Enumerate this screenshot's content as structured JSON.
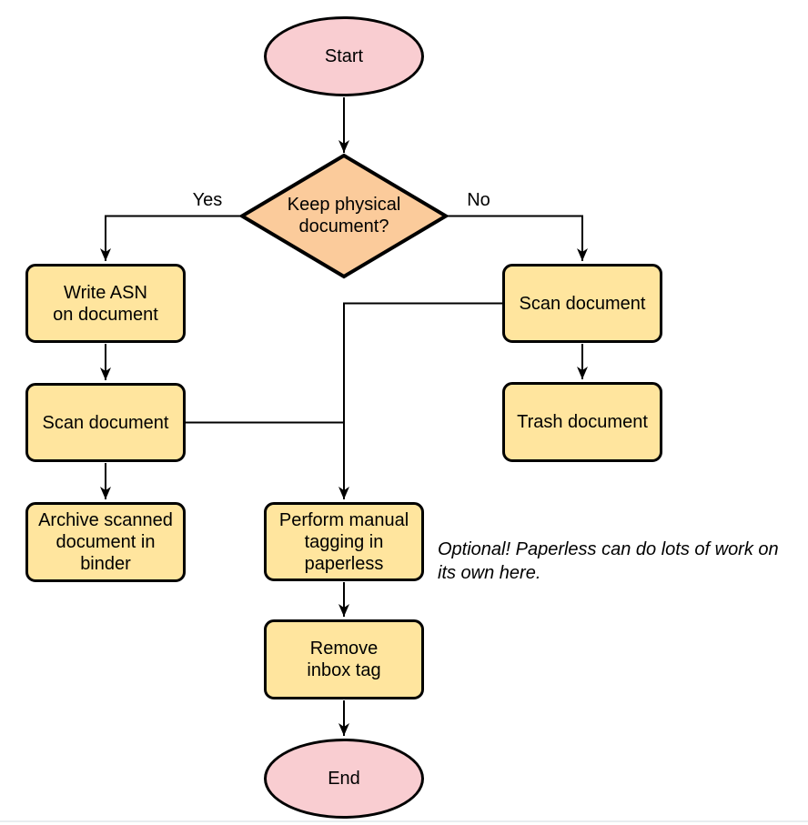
{
  "colors": {
    "background": "#ffffff",
    "terminal_fill": "#f9cdd1",
    "decision_fill": "#fbcb9b",
    "process_fill": "#ffe59e",
    "stroke": "#000000",
    "text": "#000000",
    "bottom_rule": "#e9edf0"
  },
  "nodes": {
    "start": {
      "label": "Start",
      "shape": "ellipse"
    },
    "decision": {
      "label": "Keep physical\ndocument?",
      "shape": "diamond"
    },
    "write_asn": {
      "label": "Write ASN\non document",
      "shape": "process"
    },
    "scan_left": {
      "label": "Scan document",
      "shape": "process"
    },
    "archive": {
      "label": "Archive scanned\ndocument in\nbinder",
      "shape": "process"
    },
    "scan_right": {
      "label": "Scan document",
      "shape": "process"
    },
    "trash": {
      "label": "Trash document",
      "shape": "process"
    },
    "tagging": {
      "label": "Perform manual\ntagging in\npaperless",
      "shape": "process"
    },
    "remove_tag": {
      "label": "Remove\ninbox tag",
      "shape": "process"
    },
    "end": {
      "label": "End",
      "shape": "ellipse"
    }
  },
  "edge_labels": {
    "yes": "Yes",
    "no": "No"
  },
  "annotation": {
    "text": "Optional! Paperless can do lots of work on\nits own here."
  }
}
